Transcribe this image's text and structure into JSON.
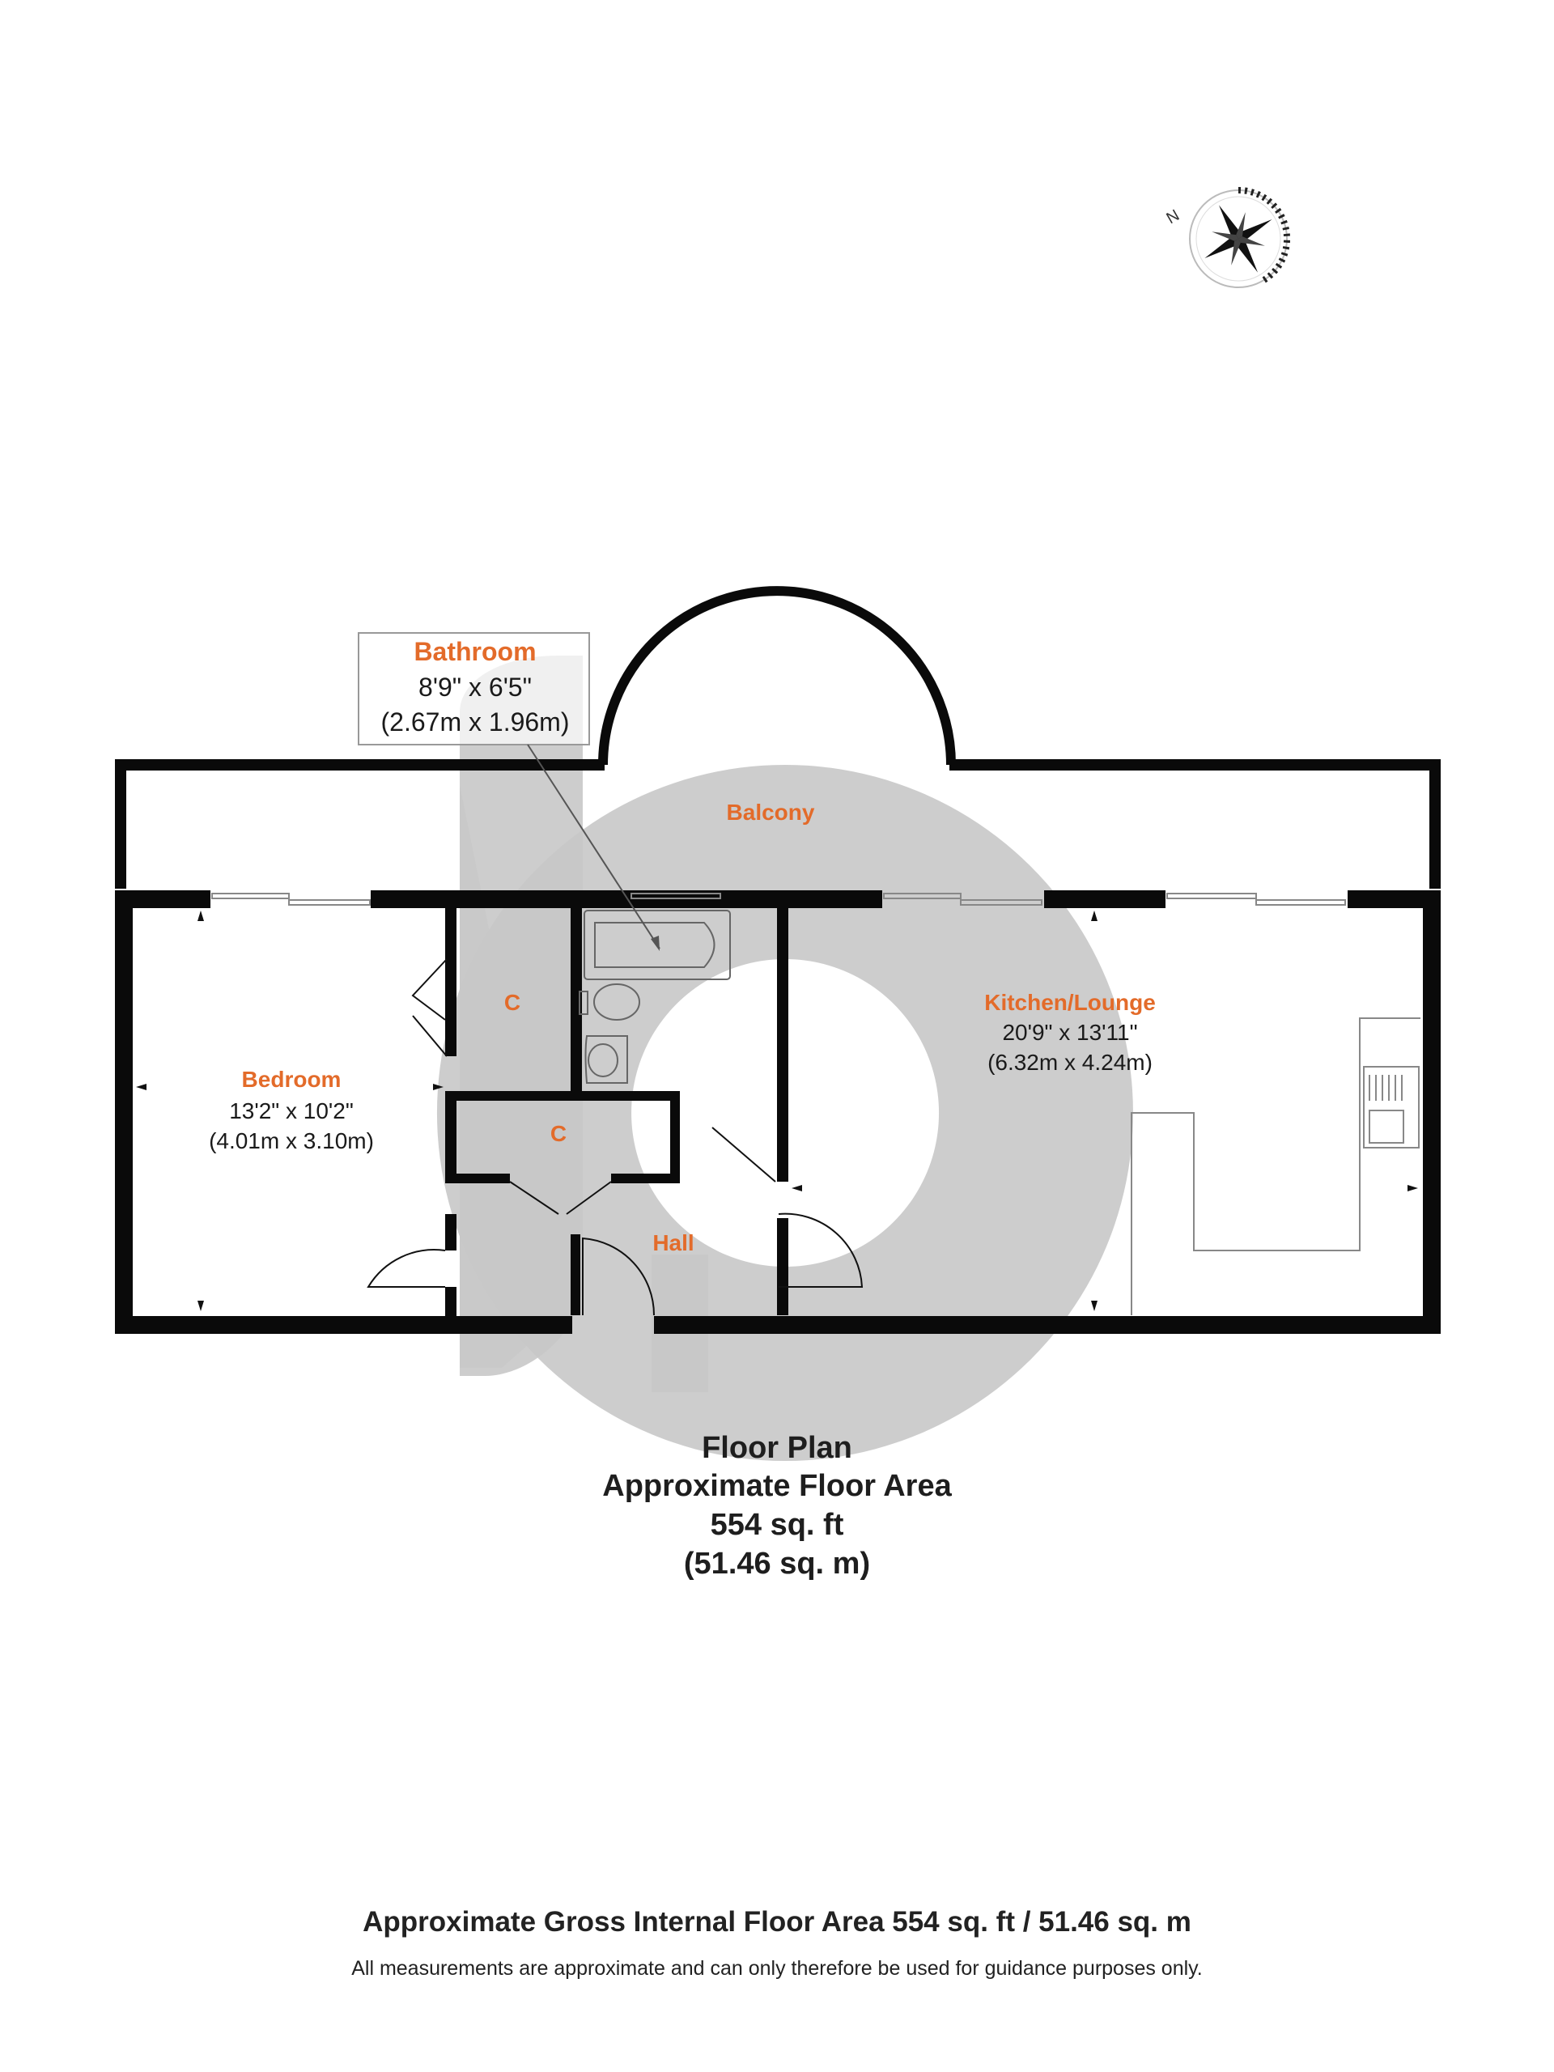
{
  "compass": {
    "icon": "compass-rose-icon",
    "north_label": "N"
  },
  "rooms": {
    "bathroom": {
      "name": "Bathroom",
      "dim_imperial": "8'9\" x 6'5\"",
      "dim_metric": "(2.67m x 1.96m)"
    },
    "balcony": {
      "name": "Balcony"
    },
    "kitchen_lounge": {
      "name": "Kitchen/Lounge",
      "dim_imperial": "20'9\" x 13'11\"",
      "dim_metric": "(6.32m x 4.24m)"
    },
    "bedroom": {
      "name": "Bedroom",
      "dim_imperial": "13'2\" x 10'2\"",
      "dim_metric": "(4.01m x 3.10m)"
    },
    "cupboard_1": {
      "name": "C"
    },
    "cupboard_2": {
      "name": "C"
    },
    "hall": {
      "name": "Hall"
    }
  },
  "summary": {
    "title": "Floor Plan",
    "subtitle": "Approximate Floor Area",
    "area_sqft": "554 sq. ft",
    "area_sqm": "(51.46 sq. m)"
  },
  "footer": {
    "gross_area": "Approximate Gross Internal Floor Area 554 sq. ft / 51.46 sq. m",
    "disclaimer": "All measurements are approximate and can only therefore be used for guidance purposes only."
  },
  "colors": {
    "label": "#e36b2a",
    "wall": "#0a0a0a",
    "watermark": "#c8c8c8"
  }
}
